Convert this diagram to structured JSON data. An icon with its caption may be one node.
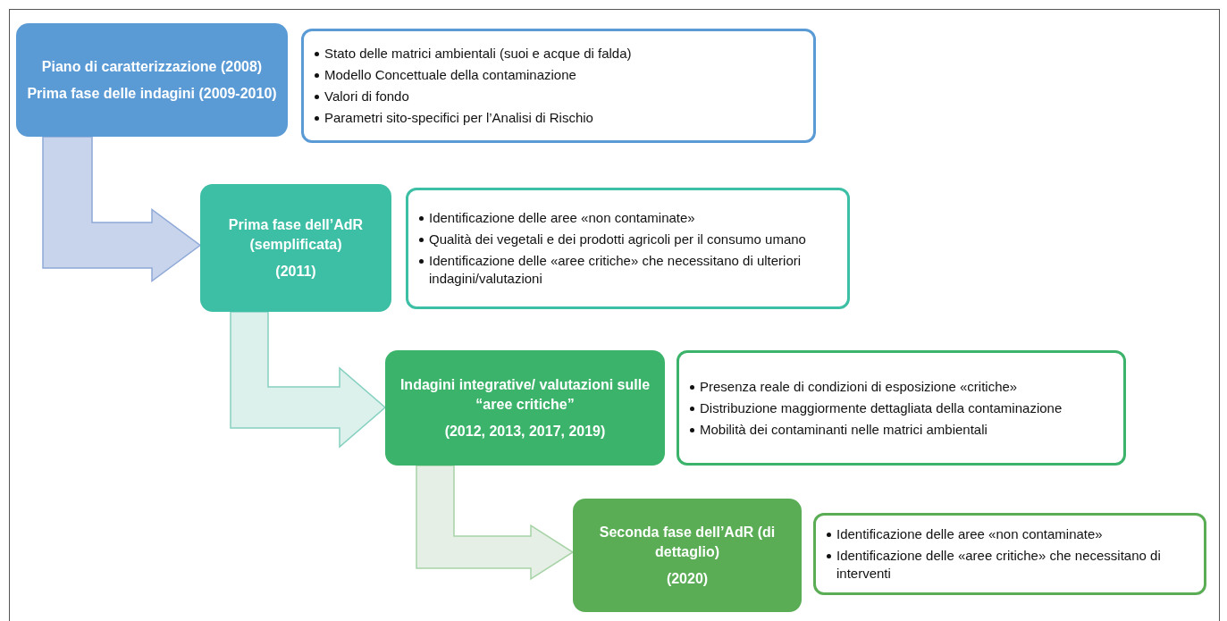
{
  "diagram": {
    "nodes": [
      {
        "text": [
          "Piano di caratterizzazione (2008)",
          "Prima fase delle indagini (2009-2010)"
        ]
      },
      {
        "text": [
          "Stato delle matrici ambientali (suoi e acque di falda)",
          "Modello Concettuale della contaminazione",
          "Valori di fondo",
          "Parametri sito-specifici per l’Analisi di Rischio"
        ]
      },
      {
        "text": [
          "Prima fase dell’AdR (semplificata)",
          "(2011)"
        ]
      },
      {
        "text": [
          "Identificazione delle aree «non contaminate»",
          "Qualità dei vegetali e dei prodotti agricoli per il consumo umano",
          "Identificazione delle «aree critiche» che necessitano di ulteriori indagini/valutazioni"
        ]
      },
      {
        "text": [
          "Indagini integrative/ valutazioni sulle “aree critiche”",
          "(2012, 2013, 2017, 2019)"
        ]
      },
      {
        "text": [
          "Presenza reale di condizioni di esposizione «critiche»",
          "Distribuzione maggiormente dettagliata della contaminazione",
          "Mobilità dei contaminanti nelle matrici ambientali"
        ]
      },
      {
        "text": [
          "Seconda fase dell’AdR (di dettaglio)",
          "(2020)"
        ]
      },
      {
        "text": [
          "Identificazione delle aree «non contaminate»",
          "Identificazione delle «aree critiche» che necessitano di interventi"
        ]
      }
    ],
    "edges": [
      {
        "from": 0,
        "to": 2,
        "arrow": "to",
        "color": "#c7d4eb"
      },
      {
        "from": 2,
        "to": 4,
        "arrow": "to",
        "color": "#dcf1ec"
      },
      {
        "from": 4,
        "to": 6,
        "arrow": "to",
        "color": "#e6efe6"
      }
    ]
  }
}
